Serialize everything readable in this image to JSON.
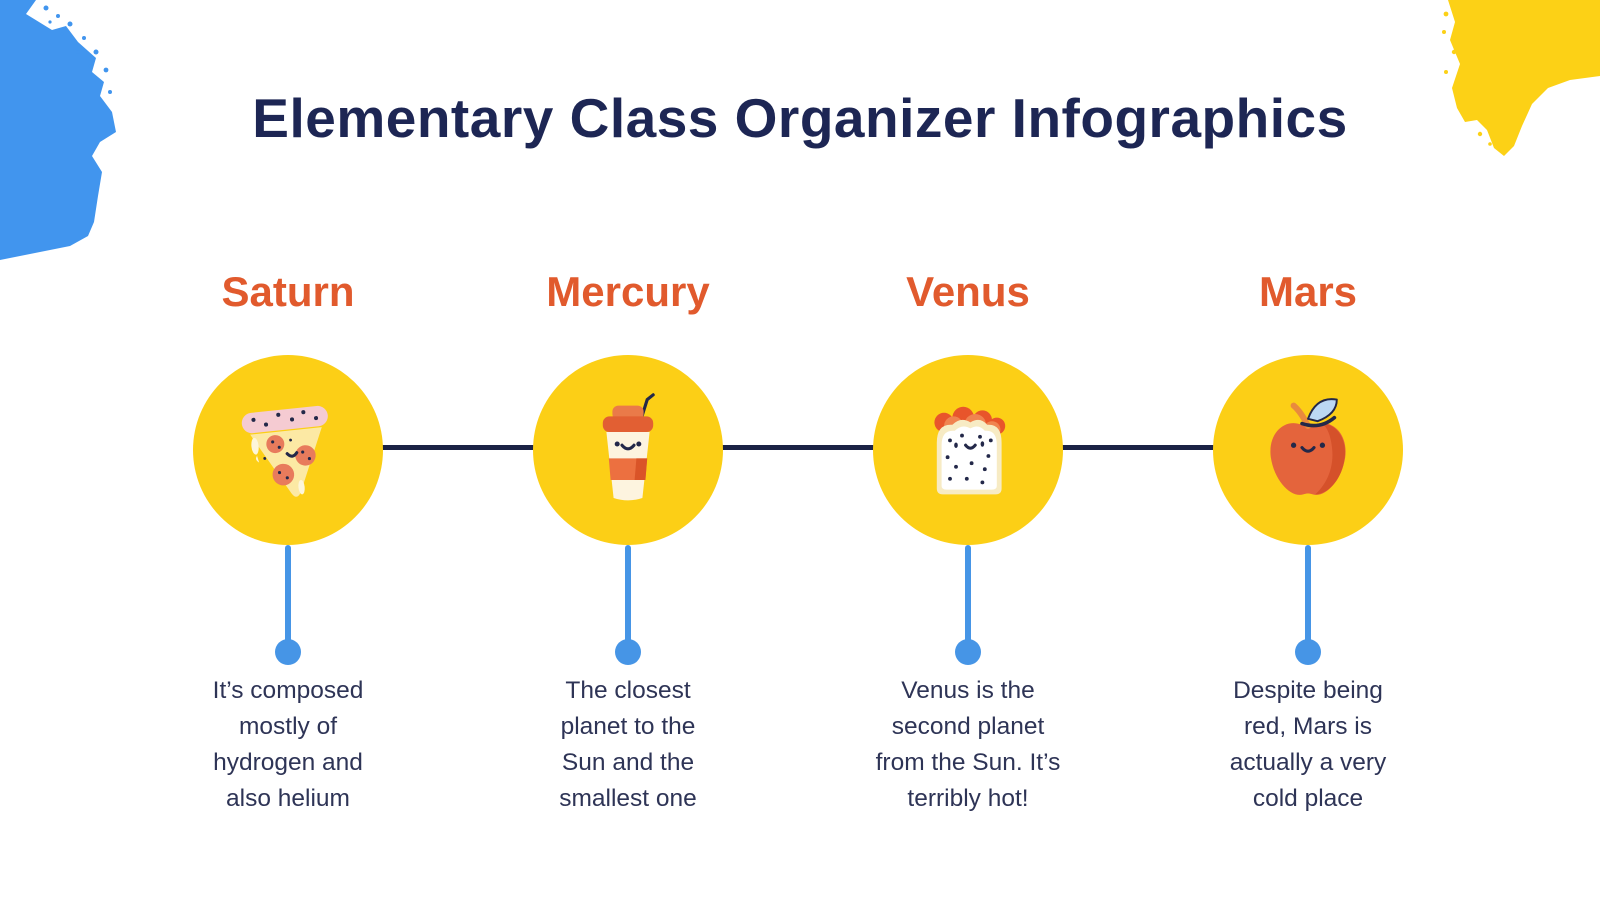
{
  "title": {
    "text": "Elementary Class Organizer Infographics",
    "color": "#1d2654"
  },
  "decorations": {
    "top_left_brush": {
      "icon": "blue-brush-stroke-icon",
      "color": "#4195ee"
    },
    "top_right_brush": {
      "icon": "yellow-brush-stroke-icon",
      "color": "#fcd116"
    }
  },
  "timeline": {
    "connector_color": "#1b2245",
    "stem_color": "#4695e6",
    "circle_color": "#fccf16",
    "heading_color": "#e15a2d",
    "text_color": "#2e3456",
    "items": [
      {
        "heading": "Saturn",
        "icon": "pizza-icon",
        "description": "It’s composed\nmostly of\nhydrogen and\nalso helium"
      },
      {
        "heading": "Mercury",
        "icon": "coffee-cup-icon",
        "description": "The closest\nplanet to the\nSun and the\nsmallest one"
      },
      {
        "heading": "Venus",
        "icon": "bread-toast-icon",
        "description": "Venus is the\nsecond planet\nfrom the Sun. It’s\nterribly hot!"
      },
      {
        "heading": "Mars",
        "icon": "apple-icon",
        "description": "Despite being\nred, Mars is\nactually a very\ncold place"
      }
    ]
  }
}
